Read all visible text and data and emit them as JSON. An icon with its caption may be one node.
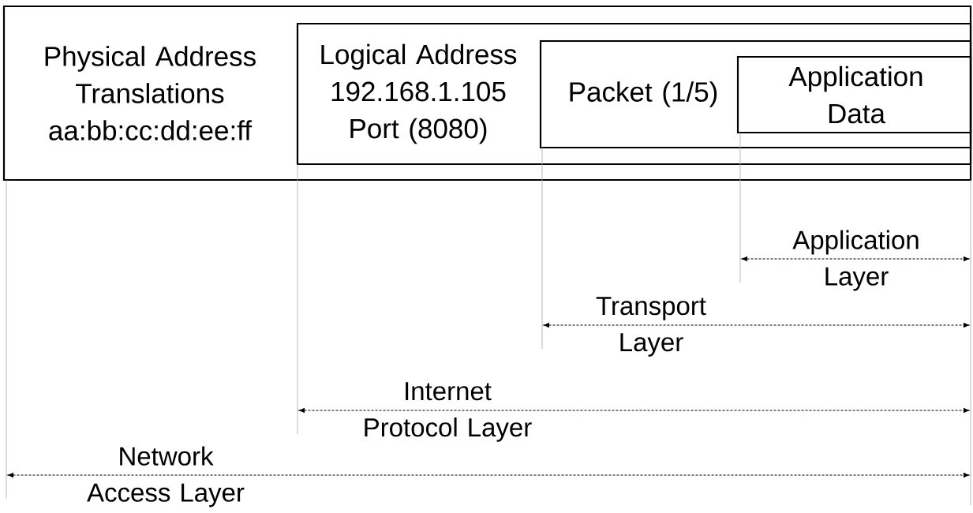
{
  "diagram": {
    "nodes": [
      {
        "text": [
          "Physical Address Translations",
          "aa:bb:cc:dd:ee:ff"
        ]
      },
      {
        "text": [
          "Logical Address",
          "192.168.1.105",
          "Port (8080)"
        ],
        "in": 0
      },
      {
        "text": [
          "Packet (1/5)"
        ],
        "in": 1
      },
      {
        "text": [
          "Application Data"
        ],
        "in": 2
      }
    ],
    "labels": [
      "Application Layer",
      "Transport Layer",
      "Internet Protocol Layer",
      "Network Access Layer"
    ]
  }
}
